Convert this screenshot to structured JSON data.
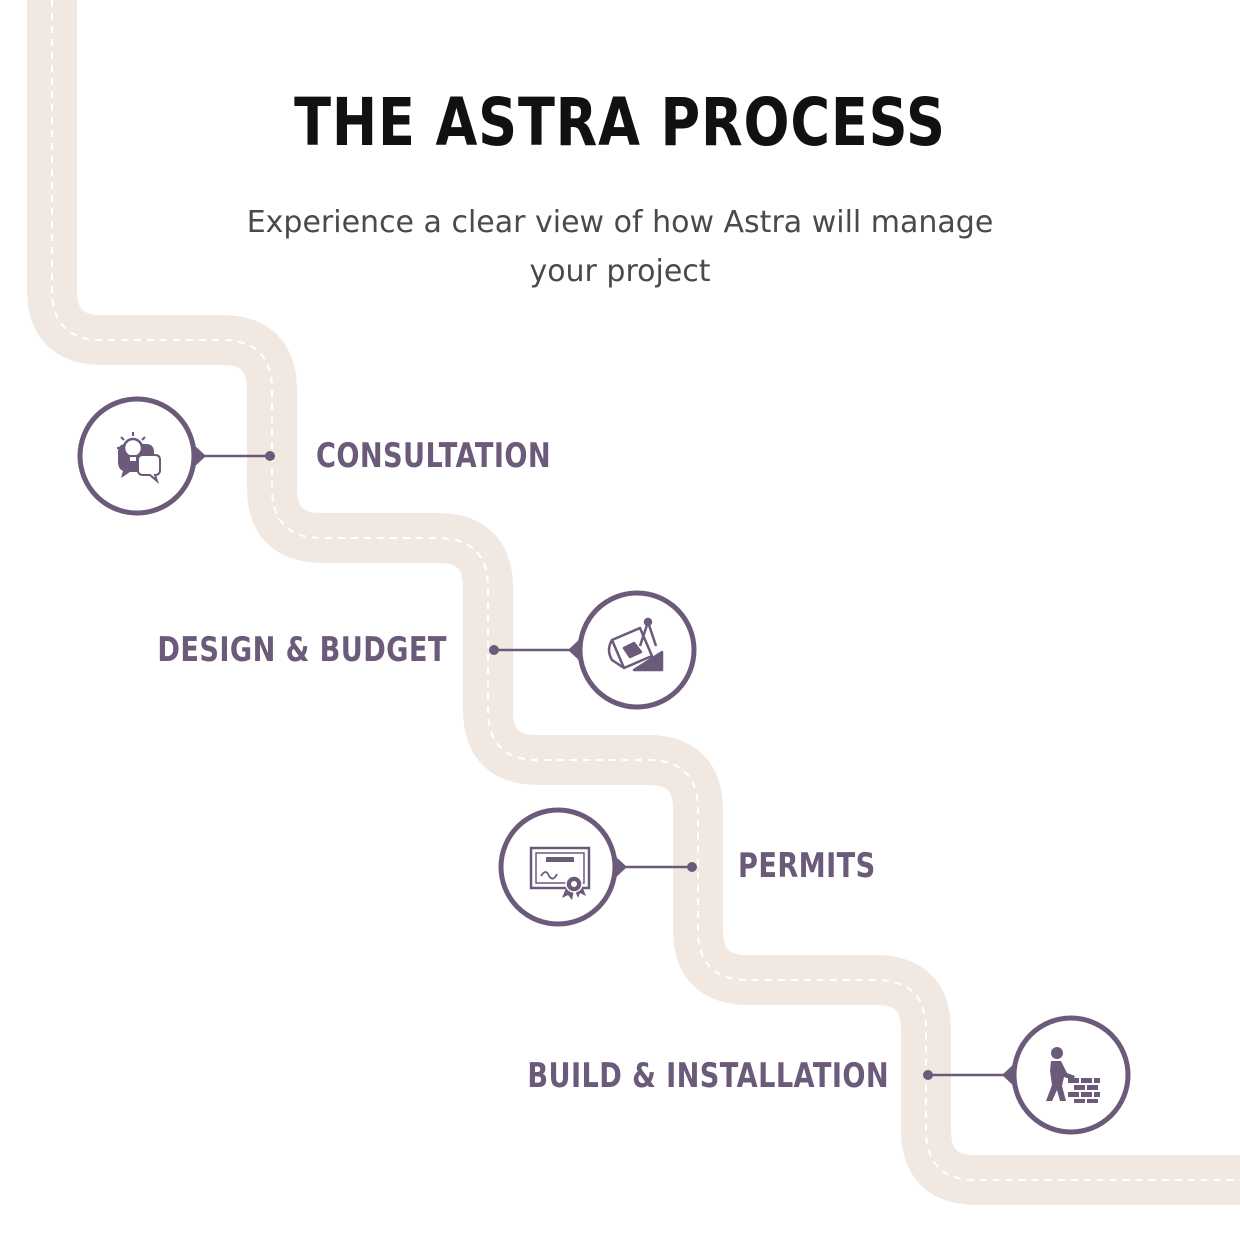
{
  "header": {
    "title": "THE ASTRA PROCESS",
    "subtitle": "Experience a clear view of how Astra will manage your project"
  },
  "colors": {
    "road": "#f1e8e1",
    "road_dash": "#ffffff",
    "accent": "#6b5a79",
    "title": "#111111",
    "subtitle": "#4a4a4a"
  },
  "steps": [
    {
      "label": "CONSULTATION",
      "icon": "lightbulb-chat-icon"
    },
    {
      "label": "DESIGN & BUDGET",
      "icon": "blueprint-icon"
    },
    {
      "label": "PERMITS",
      "icon": "certificate-icon"
    },
    {
      "label": "BUILD & INSTALLATION",
      "icon": "bricklayer-icon"
    }
  ]
}
